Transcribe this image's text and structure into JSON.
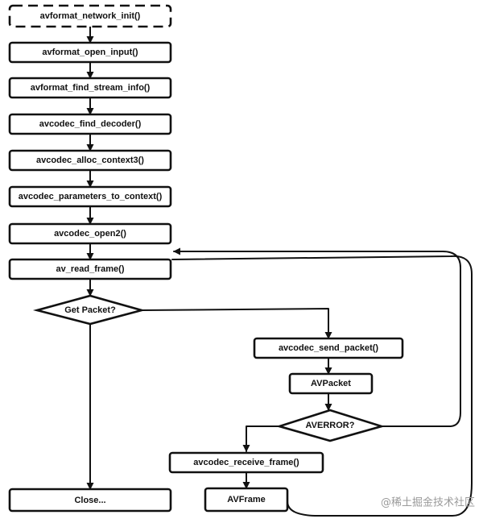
{
  "nodes": {
    "network_init": "avformat_network_init()",
    "open_input": "avformat_open_input()",
    "find_stream_info": "avformat_find_stream_info()",
    "find_decoder": "avcodec_find_decoder()",
    "alloc_context3": "avcodec_alloc_context3()",
    "parameters_to_context": "avcodec_parameters_to_context()",
    "open2": "avcodec_open2()",
    "read_frame": "av_read_frame()",
    "get_packet": "Get Packet?",
    "send_packet": "avcodec_send_packet()",
    "avpacket": "AVPacket",
    "averror": "AVERROR?",
    "receive_frame": "avcodec_receive_frame()",
    "avframe": "AVFrame",
    "close": "Close..."
  },
  "watermark": "@稀土掘金技术社区"
}
